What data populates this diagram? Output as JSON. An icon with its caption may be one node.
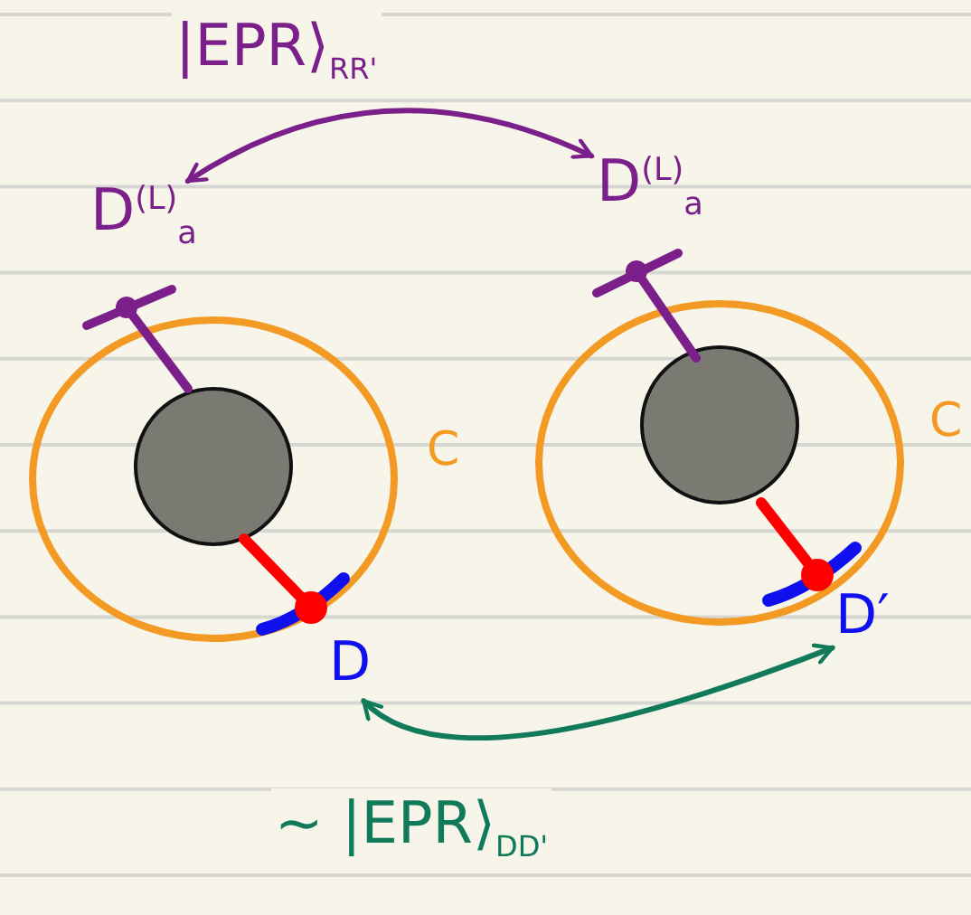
{
  "diagram": {
    "nodes": [
      {
        "text": [
          "D$^{(L)}$$_{a}$"
        ]
      },
      {
        "text": [
          "D$^{(L)}$$_{a}$"
        ]
      },
      {
        "text": [
          "D"
        ]
      },
      {
        "text": [
          "D′"
        ]
      }
    ],
    "edges": [
      {
        "from": 0,
        "to": 1,
        "arrow": "both",
        "label": "|EPR⟩$_{RR'}$",
        "color": "#7b1f8a"
      },
      {
        "from": 2,
        "to": 3,
        "arrow": "both",
        "label": "~ |EPR⟩$_{DD'}$",
        "color": "#117a5a"
      }
    ],
    "labels": [
      "C",
      "C"
    ]
  }
}
